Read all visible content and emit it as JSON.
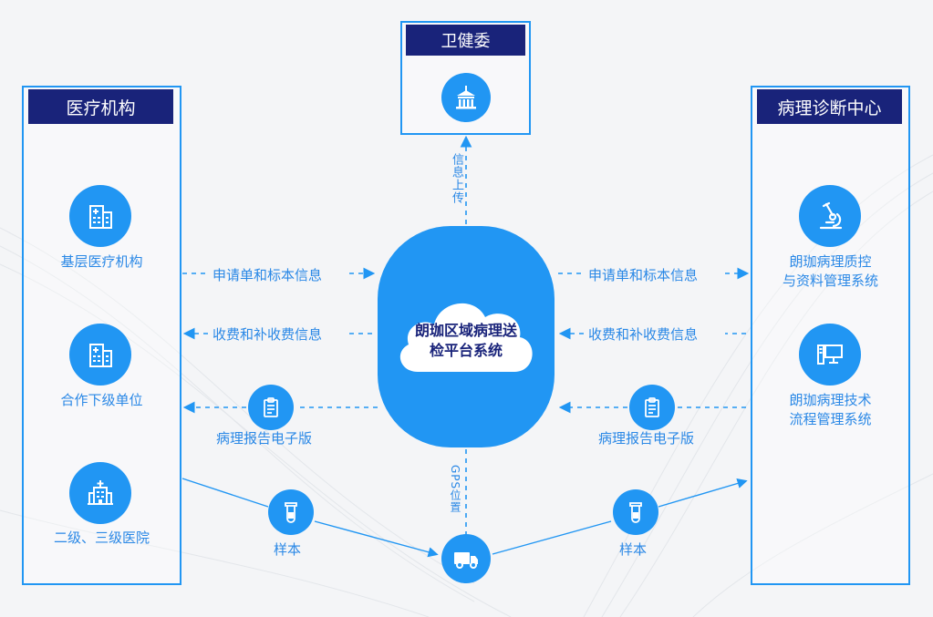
{
  "colors": {
    "primary": "#2196f3",
    "header_bg": "#19237a",
    "text_blue": "#2a88e6"
  },
  "left_panel": {
    "title": "医疗机构",
    "nodes": [
      {
        "label": "基层医疗机构",
        "icon": "clinic-building-icon"
      },
      {
        "label": "合作下级单位",
        "icon": "clinic-building-icon"
      },
      {
        "label": "二级、三级医院",
        "icon": "hospital-icon"
      }
    ]
  },
  "right_panel": {
    "title": "病理诊断中心",
    "nodes": [
      {
        "label_lines": [
          "朗珈病理质控",
          "与资料管理系统"
        ],
        "icon": "microscope-icon"
      },
      {
        "label_lines": [
          "朗珈病理技术",
          "流程管理系统"
        ],
        "icon": "computer-icon"
      }
    ]
  },
  "top_box": {
    "title": "卫健委",
    "icon": "government-building-icon"
  },
  "center": {
    "line1": "朗珈区域病理送",
    "line2": "检平台系统",
    "icon": "cloud-icon"
  },
  "flows": {
    "upload": "信息上传",
    "gps": "GPS位置",
    "left_request": "申请单和标本信息",
    "left_fee": "收费和补收费信息",
    "left_report": "病理报告电子版",
    "right_request": "申请单和标本信息",
    "right_fee": "收费和补收费信息",
    "right_report": "病理报告电子版",
    "left_sample": "样本",
    "right_sample": "样本"
  }
}
